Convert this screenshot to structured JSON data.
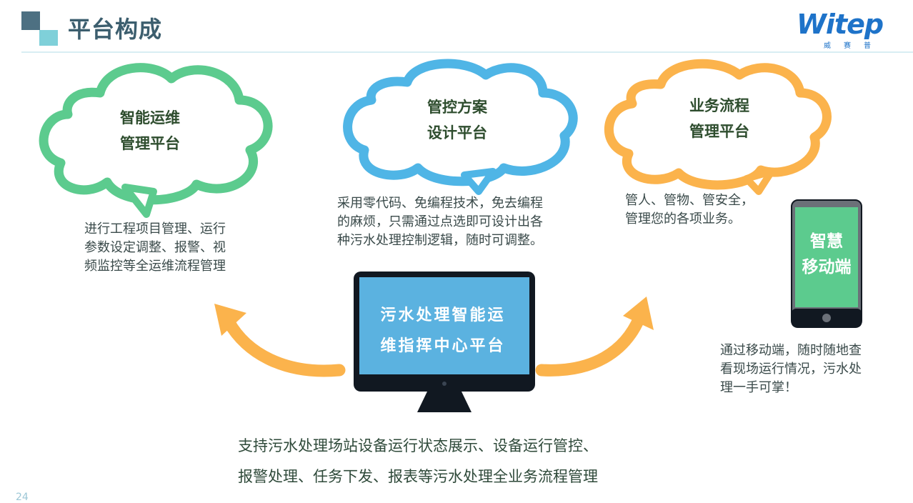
{
  "header": {
    "title": "平台构成",
    "logo_text": "Witep",
    "logo_sub": "威赛普"
  },
  "clouds": [
    {
      "title_lines": [
        "智能运维",
        "管理平台"
      ],
      "color": "#5ccb8e",
      "desc_lines": [
        "进行工程项目管理、运行",
        "参数设定调整、报警、视",
        "频监控等全运维流程管理"
      ]
    },
    {
      "title_lines": [
        "管控方案",
        "设计平台"
      ],
      "color": "#4fb5e6",
      "desc_lines": [
        "采用零代码、免编程技术，免去编程",
        "的麻烦，只需通过点选即可设计出各",
        "种污水处理控制逻辑，随时可调整。"
      ]
    },
    {
      "title_lines": [
        "业务流程",
        "管理平台"
      ],
      "color": "#fbb34c",
      "desc_lines": [
        "管人、管物、管安全，",
        "管理您的各项业务。"
      ]
    }
  ],
  "center": {
    "title_lines": [
      "污水处理智能运",
      "维指挥中心平台"
    ],
    "desc_lines": [
      "支持污水处理场站设备运行状态展示、设备运行管控、",
      "报警处理、任务下发、报表等污水处理全业务流程管理"
    ]
  },
  "mobile": {
    "title_lines": [
      "智慧",
      "移动端"
    ],
    "desc_lines": [
      "通过移动端，随时随地查",
      "看现场运行情况，污水处",
      "理一手可掌！"
    ]
  },
  "colors": {
    "accent_blue": "#5bb2e0",
    "accent_green": "#5ccb8e",
    "arrow": "#fbb34c",
    "dark": "#111821"
  },
  "page_number": "24"
}
